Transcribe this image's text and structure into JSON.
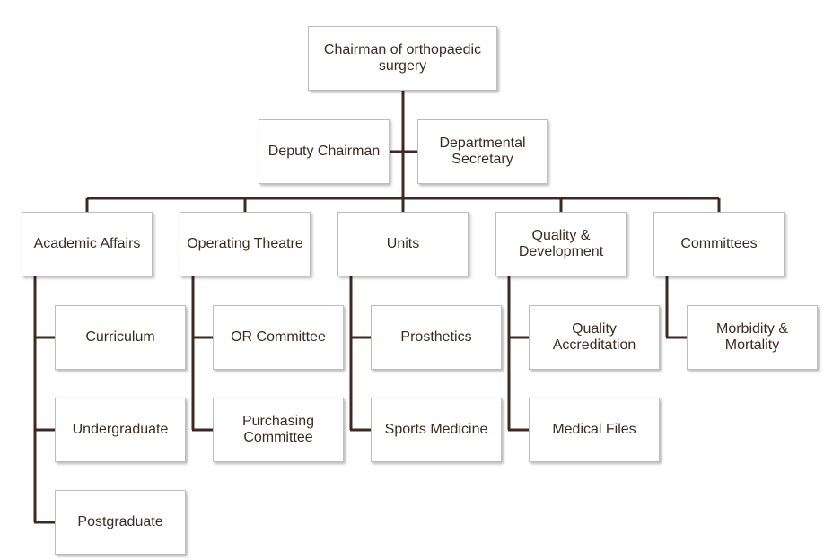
{
  "line_color": "#3f2a22",
  "text_color": "#3f2a22",
  "nodes": {
    "chairman": "Chairman of orthopaedic surgery",
    "deputy": "Deputy Chairman",
    "secretary": "Departmental Secretary",
    "academic": "Academic Affairs",
    "operating": "Operating Theatre",
    "units": "Units",
    "quality": "Quality & Development",
    "committees": "Committees",
    "curriculum": "Curriculum",
    "undergraduate": "Undergraduate",
    "postgraduate": "Postgraduate",
    "or_committee": "OR Committee",
    "purchasing": "Purchasing Committee",
    "prosthetics": "Prosthetics",
    "sports": "Sports Medicine",
    "quality_accreditation": "Quality Accreditation",
    "medical_files": "Medical Files",
    "morbidity": "Morbidity & Mortality"
  }
}
